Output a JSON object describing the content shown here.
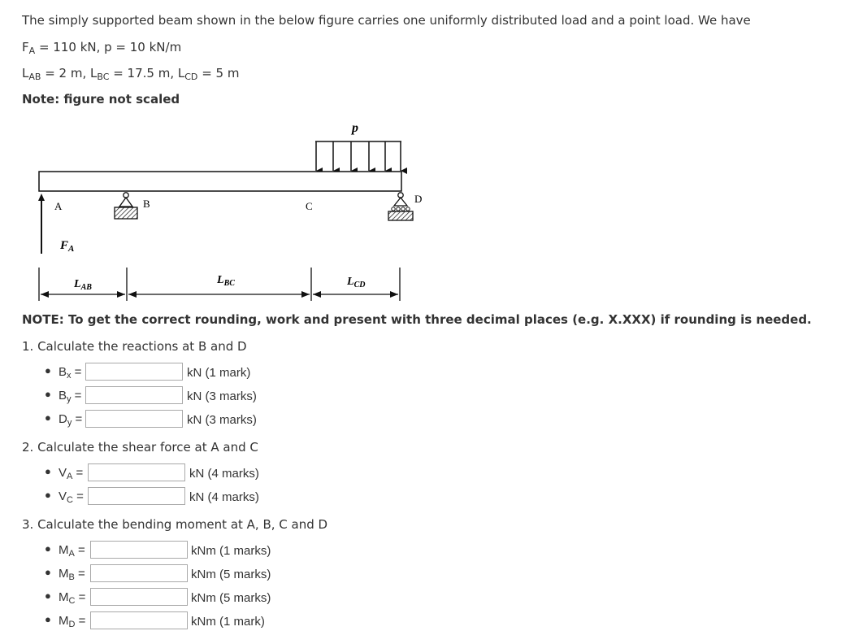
{
  "problem": {
    "intro": "The simply supported beam shown in the below figure carries one uniformly distributed load and a point load. We have",
    "given1": {
      "fa_name": "F",
      "fa_sub": "A",
      "fa_value": "= 110 kN, p = 10 kN/m"
    },
    "given2": {
      "lab": {
        "name": "L",
        "sub": "AB",
        "value": "= 2 m,"
      },
      "lbc": {
        "name": "L",
        "sub": "BC",
        "value": "= 17.5 m,"
      },
      "lcd": {
        "name": "L",
        "sub": "CD",
        "value": "= 5 m"
      }
    },
    "note_scaled": "Note: figure not scaled"
  },
  "figure": {
    "load_p": "p",
    "point_a": "A",
    "point_b": "B",
    "point_c": "C",
    "point_d": "D",
    "force_label": {
      "main": "F",
      "sub": "A"
    },
    "dims": [
      {
        "main": "L",
        "sub": "AB"
      },
      {
        "main": "L",
        "sub": "BC"
      },
      {
        "main": "L",
        "sub": "CD"
      }
    ]
  },
  "note_rounding": "NOTE: To get the correct rounding, work and present with three decimal places (e.g. X.XXX) if rounding is needed.",
  "questions": [
    {
      "title": "1. Calculate the reactions at B and D",
      "items": [
        {
          "var": "B",
          "sub": "x",
          "eq": " =",
          "value": "",
          "unit": "kN (1 mark)"
        },
        {
          "var": "B",
          "sub": "y",
          "eq": " =",
          "value": "",
          "unit": "kN (3 marks)"
        },
        {
          "var": "D",
          "sub": "y",
          "eq": " =",
          "value": "",
          "unit": "kN (3 marks)"
        }
      ]
    },
    {
      "title": "2. Calculate the shear force at A and C",
      "items": [
        {
          "var": "V",
          "sub": "A",
          "eq": " =",
          "value": "",
          "unit": "kN (4 marks)"
        },
        {
          "var": "V",
          "sub": "C",
          "eq": " =",
          "value": "",
          "unit": "kN (4 marks)"
        }
      ]
    },
    {
      "title": "3. Calculate the bending moment at A, B, C and D",
      "items": [
        {
          "var": "M",
          "sub": "A",
          "eq": " =",
          "value": "",
          "unit": "kNm (1 marks)"
        },
        {
          "var": "M",
          "sub": "B",
          "eq": " =",
          "value": "",
          "unit": "kNm (5 marks)"
        },
        {
          "var": "M",
          "sub": "C",
          "eq": " =",
          "value": "",
          "unit": "kNm (5 marks)"
        },
        {
          "var": "M",
          "sub": "D",
          "eq": " =",
          "value": "",
          "unit": "kNm (1 mark)"
        }
      ]
    }
  ]
}
